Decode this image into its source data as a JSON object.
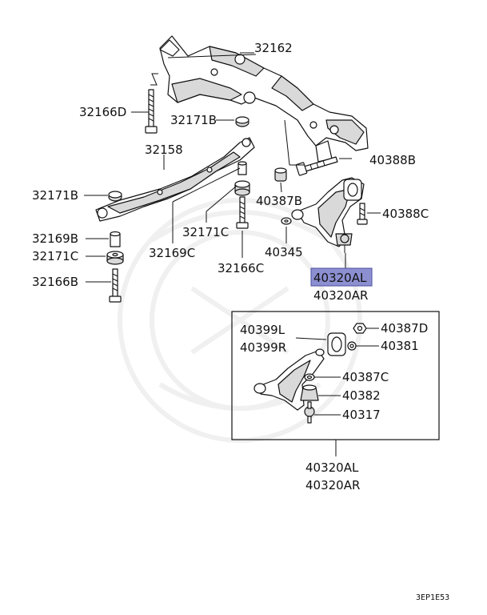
{
  "labels": {
    "l32162": "32162",
    "l32166D": "32166D",
    "l32171B_top": "32171B",
    "l32158": "32158",
    "l32171B_left": "32171B",
    "l32169B": "32169B",
    "l32171C_left": "32171C",
    "l32166B": "32166B",
    "l32171C_mid": "32171C",
    "l32169C": "32169C",
    "l32166C": "32166C",
    "l40388B": "40388B",
    "l40387B": "40387B",
    "l40388C": "40388C",
    "l40345": "40345",
    "l40320AL_hl": "40320AL",
    "l40320AR_top": "40320AR",
    "l40399L": "40399L",
    "l40399R": "40399R",
    "l40387D": "40387D",
    "l40381": "40381",
    "l40387C": "40387C",
    "l40382": "40382",
    "l40317": "40317",
    "l40320AL_bot": "40320AL",
    "l40320AR_bot": "40320AR"
  },
  "footer_code": "3EP1E53",
  "colors": {
    "highlight": "#8c8fd0",
    "line": "#111111",
    "part_fill": "#ffffff",
    "part_shade": "#d9d9d9"
  }
}
